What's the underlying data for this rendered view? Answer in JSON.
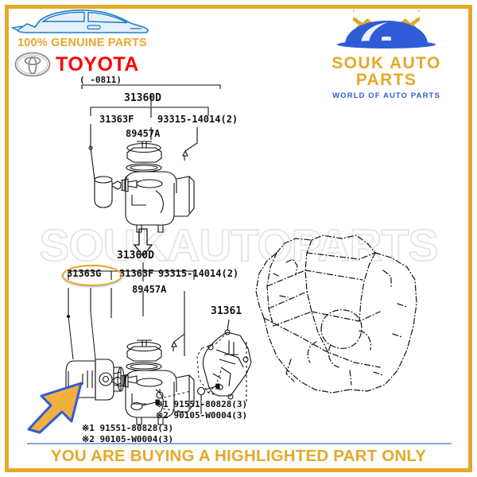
{
  "header": {
    "left": {
      "car_icon": "car-silhouette-icon",
      "genuine_text": "100% GENUINE PARTS",
      "toyota_emblem": "toyota-emblem-icon",
      "brand": "TOYOTA"
    },
    "right": {
      "logo_icon": "souk-auto-parts-logo-icon",
      "company": "SOUK AUTO PARTS",
      "tagline": "WORLD OF AUTO PARTS"
    }
  },
  "watermark": {
    "text": "SOUKAUTOPARTS"
  },
  "diagram": {
    "top_group": {
      "date_range": "(   -0811)",
      "assembly": "31360D",
      "children": [
        {
          "code": "31363F"
        },
        {
          "code": "93315-14014(2)"
        },
        {
          "code": "89457A"
        }
      ]
    },
    "bottom_group": {
      "assembly": "31360D",
      "children": [
        {
          "code": "31363G",
          "highlighted": true
        },
        {
          "code": "31363F"
        },
        {
          "code": "93315-14014(2)"
        },
        {
          "code": "89457A"
        }
      ],
      "bracket_code": "31361",
      "notes_right": [
        "※1 91551-80828(3)",
        "※2 90105-W0004(3)"
      ],
      "notes_left": [
        "※1 91551-80828(3)",
        "※2 90105-W0004(3)"
      ]
    },
    "pointer_arrow": "highlight-arrow-icon",
    "flow_arrow": "down-arrow-icon"
  },
  "banner": {
    "text": "YOU ARE BUYING A HIGHLIGHTED PART ONLY"
  },
  "colors": {
    "frame": "#E5A829",
    "brand_red": "#FF0000",
    "accent_gold": "#E5A829",
    "accent_blue": "#2F5BD6",
    "highlight": "#E8A317"
  }
}
